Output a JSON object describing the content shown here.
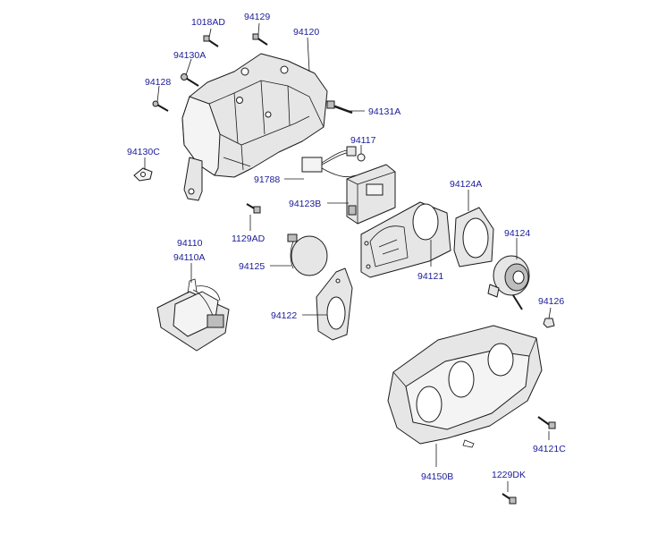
{
  "callouts": [
    {
      "id": "1018AD",
      "text": "1018AD"
    },
    {
      "id": "94129",
      "text": "94129"
    },
    {
      "id": "94120",
      "text": "94120"
    },
    {
      "id": "94130A",
      "text": "94130A"
    },
    {
      "id": "94128",
      "text": "94128"
    },
    {
      "id": "94131A",
      "text": "94131A"
    },
    {
      "id": "94117",
      "text": "94117"
    },
    {
      "id": "94130C",
      "text": "94130C"
    },
    {
      "id": "91788",
      "text": "91788"
    },
    {
      "id": "94123B",
      "text": "94123B"
    },
    {
      "id": "94124A",
      "text": "94124A"
    },
    {
      "id": "1129AD",
      "text": "1129AD"
    },
    {
      "id": "94124",
      "text": "94124"
    },
    {
      "id": "94110",
      "text": "94110"
    },
    {
      "id": "94110A",
      "text": "94110A"
    },
    {
      "id": "94125",
      "text": "94125"
    },
    {
      "id": "94121",
      "text": "94121"
    },
    {
      "id": "94126",
      "text": "94126"
    },
    {
      "id": "94122",
      "text": "94122"
    },
    {
      "id": "94121C",
      "text": "94121C"
    },
    {
      "id": "94150B",
      "text": "94150B"
    },
    {
      "id": "1229DK",
      "text": "1229DK"
    }
  ],
  "colors": {
    "label": "#1a1a99",
    "line": "#1a1a1a",
    "fill": "#e6e6e6"
  }
}
